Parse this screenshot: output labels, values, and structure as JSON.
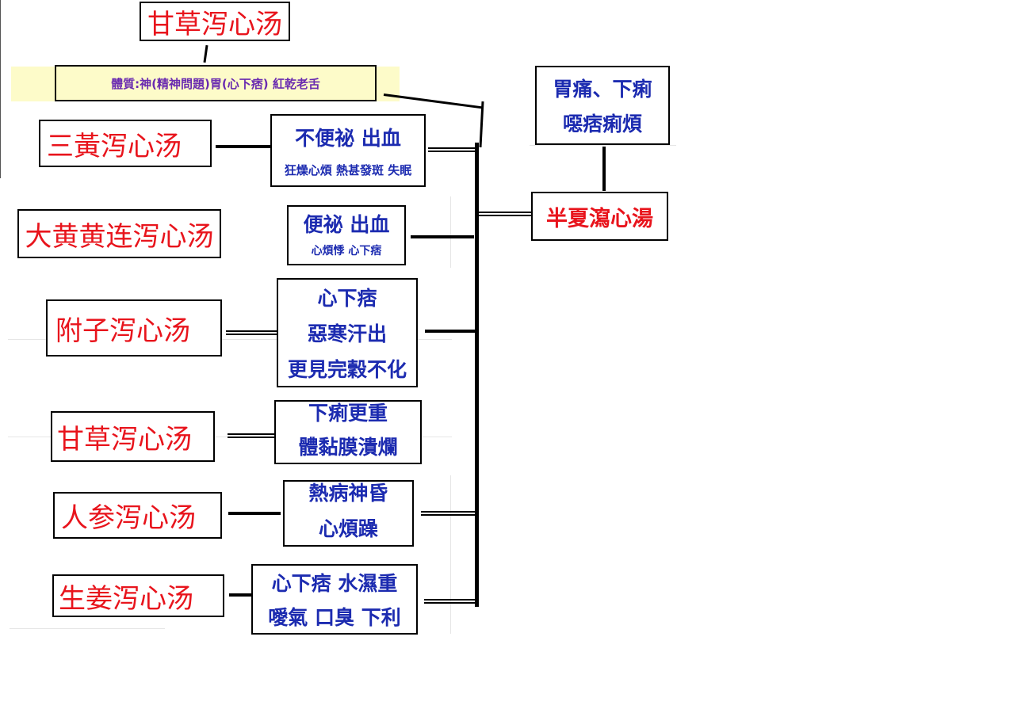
{
  "colors": {
    "formula": "#e8141c",
    "symptom": "#1c2bb0",
    "constitution_bg": "#fdfbc9",
    "constitution_text": "#6a2bb0"
  },
  "top": {
    "title": "甘草泻心汤",
    "constitution": "體質:神(精神問題)胃(心下痞) 紅乾老舌"
  },
  "root": {
    "symptoms": [
      "胃痛、下痢",
      "噁痞痢煩"
    ],
    "formula": "半夏瀉心湯"
  },
  "branches": [
    {
      "formula": "三黃泻心汤",
      "symptoms": [
        "不便祕  出血",
        "狂燥心煩 熱甚發斑 失眠"
      ]
    },
    {
      "formula": "大黄黄连泻心汤",
      "symptoms": [
        "便祕 出血",
        "心煩悸 心下痞"
      ]
    },
    {
      "formula": "附子泻心汤",
      "symptoms": [
        "心下痞",
        "惡寒汗出",
        "更見完穀不化"
      ]
    },
    {
      "formula": "甘草泻心汤",
      "symptoms": [
        "下痢更重",
        "體黏膜潰爛"
      ]
    },
    {
      "formula": "人参泻心汤",
      "symptoms": [
        "熱病神昏",
        "心煩躁"
      ]
    },
    {
      "formula": "生姜泻心汤",
      "symptoms": [
        "心下痞 水濕重",
        "噯氣 口臭 下利"
      ]
    }
  ]
}
